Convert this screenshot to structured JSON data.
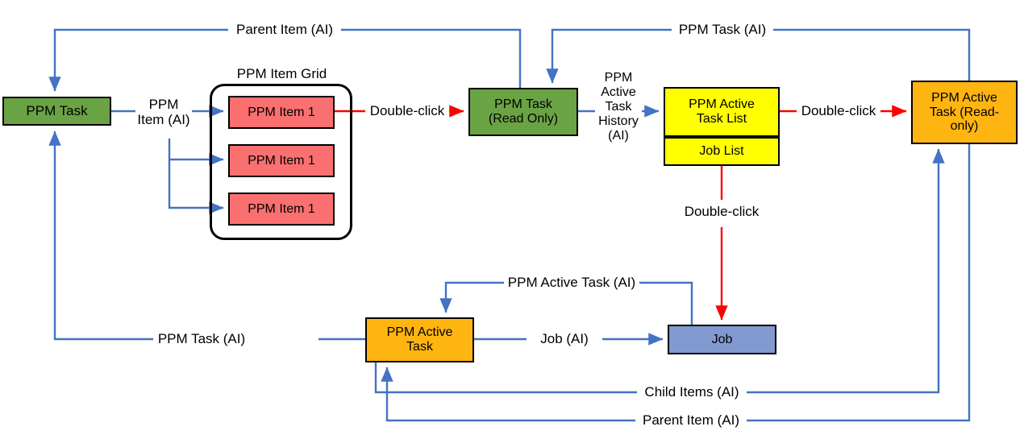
{
  "diagram": {
    "title": "PPM Task / PPM Active Task relationship flow",
    "colors": {
      "green": "#6aa344",
      "red_node": "#fa7070",
      "yellow": "#ffff00",
      "orange": "#ffb511",
      "blue_node": "#8199ce",
      "blue_wire": "#4472c4",
      "red_wire": "#ff0000",
      "outline": "#000000"
    },
    "captions": [
      {
        "id": "ppm-item-grid",
        "text": "PPM Item Grid"
      }
    ],
    "nodes": [
      {
        "id": "ppm-task",
        "text": "PPM Task",
        "color": "green"
      },
      {
        "id": "ppm-item-1-a",
        "text": "PPM Item 1",
        "color": "red"
      },
      {
        "id": "ppm-item-1-b",
        "text": "PPM Item 1",
        "color": "red"
      },
      {
        "id": "ppm-item-1-c",
        "text": "PPM Item 1",
        "color": "red"
      },
      {
        "id": "ppm-task-read-only",
        "text": "PPM Task\n(Read Only)",
        "color": "green"
      },
      {
        "id": "ppm-active-task-list",
        "text": "PPM Active\nTask List",
        "color": "yellow"
      },
      {
        "id": "job-list",
        "text": "Job List",
        "color": "yellow"
      },
      {
        "id": "ppm-active-task-ro",
        "text": "PPM Active\nTask (Read-\nonly)",
        "color": "orange"
      },
      {
        "id": "ppm-active-task",
        "text": "PPM Active\nTask",
        "color": "orange"
      },
      {
        "id": "job",
        "text": "Job",
        "color": "blue"
      }
    ],
    "edge_labels": [
      {
        "id": "parent-item-top",
        "text": "Parent Item (AI)",
        "wire": "blue"
      },
      {
        "id": "ppm-task-top-right",
        "text": "PPM Task (AI)",
        "wire": "blue"
      },
      {
        "id": "ppm-item-ai",
        "text": "PPM\nItem (AI)",
        "wire": "blue"
      },
      {
        "id": "double-click-items",
        "text": "Double-click",
        "wire": "red"
      },
      {
        "id": "ppm-active-task-history",
        "text": "PPM\nActive\nTask\nHistory\n(AI)",
        "wire": "blue"
      },
      {
        "id": "double-click-list",
        "text": "Double-click",
        "wire": "red"
      },
      {
        "id": "double-click-joblist",
        "text": "Double-click",
        "wire": "red"
      },
      {
        "id": "ppm-active-task-ai",
        "text": "PPM Active Task (AI)",
        "wire": "blue"
      },
      {
        "id": "job-ai",
        "text": "Job (AI)",
        "wire": "blue"
      },
      {
        "id": "ppm-task-ai-left",
        "text": "PPM Task (AI)",
        "wire": "blue"
      },
      {
        "id": "child-items-ai",
        "text": "Child Items (AI)",
        "wire": "blue"
      },
      {
        "id": "parent-item-bottom",
        "text": "Parent Item (AI)",
        "wire": "blue"
      }
    ]
  }
}
